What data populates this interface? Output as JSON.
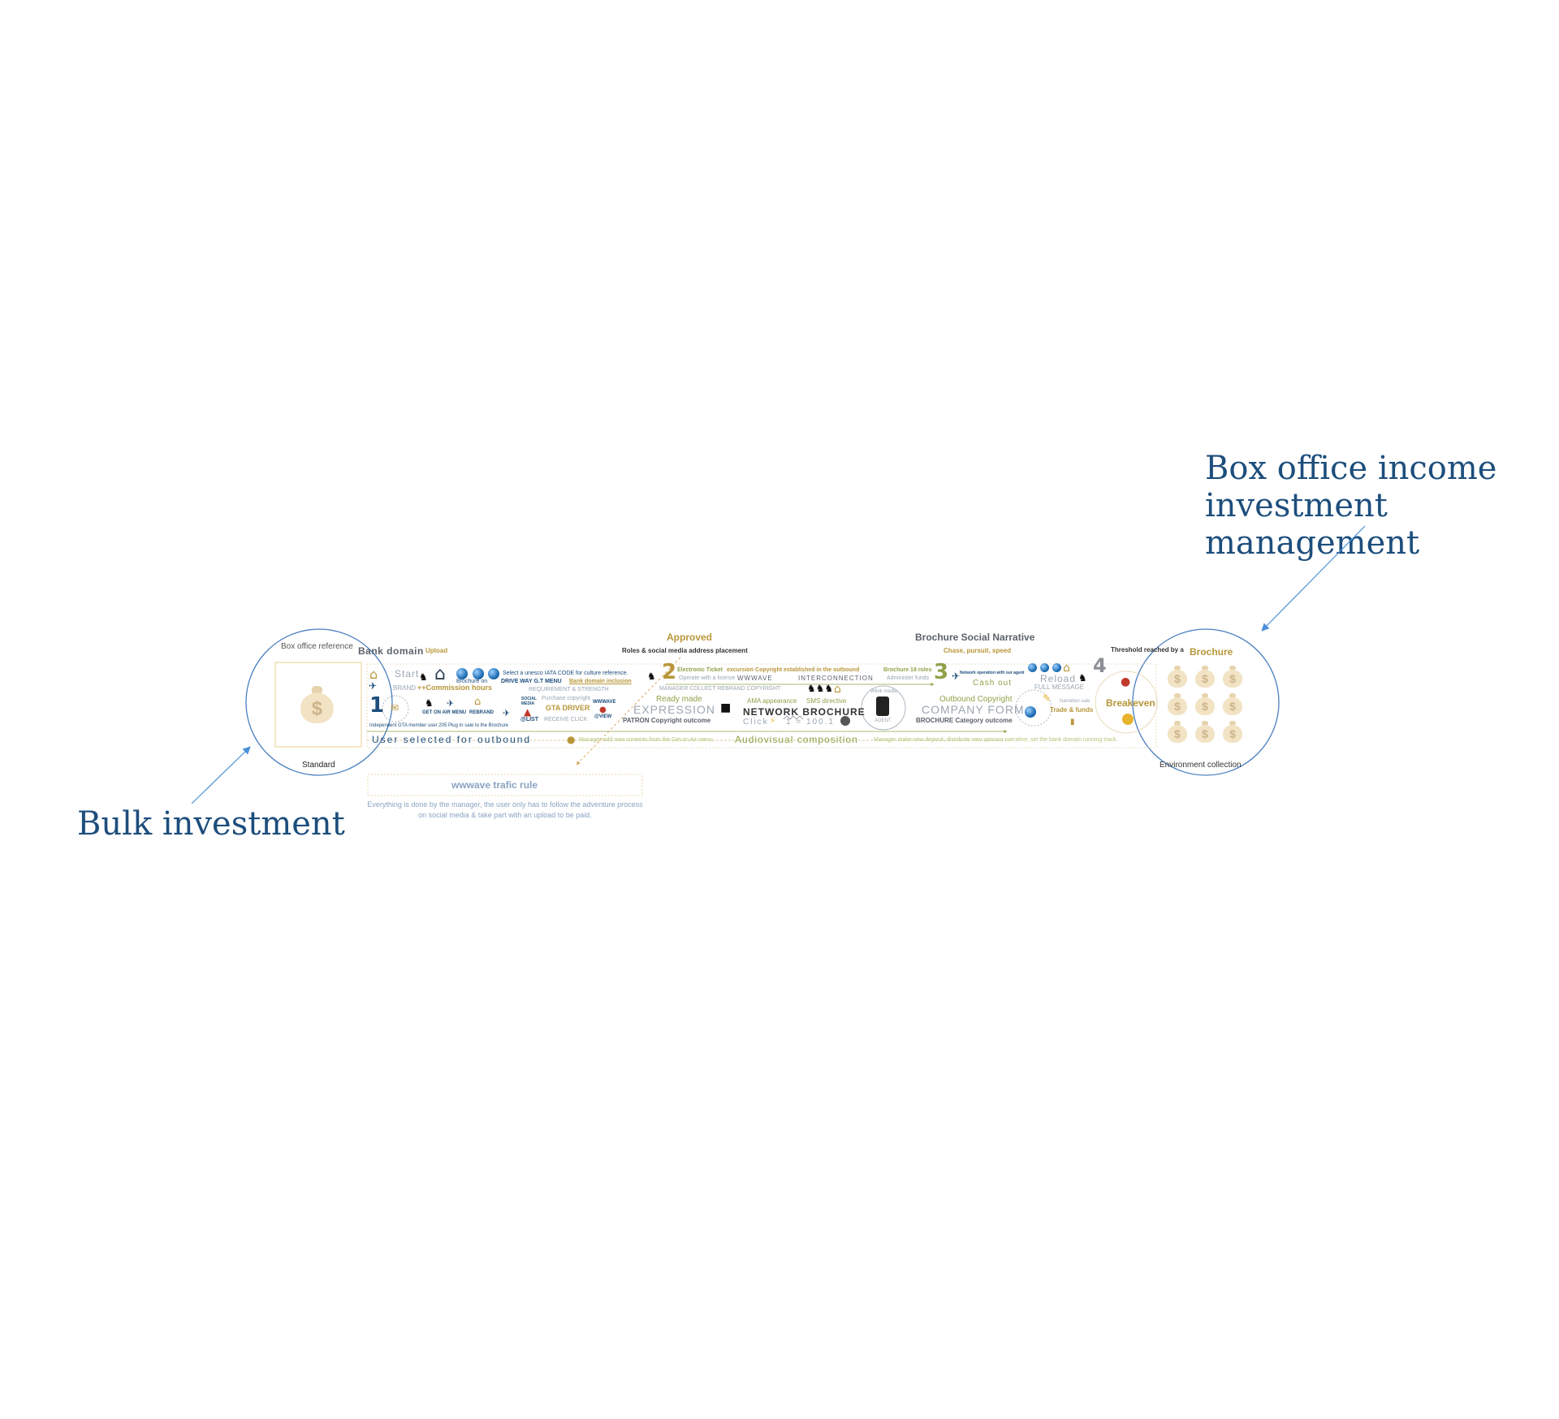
{
  "callouts": {
    "left": "Bulk investment",
    "right": "Box office income investment management"
  },
  "left_circle": {
    "top_label": "Box office reference",
    "bottom_label": "Standard",
    "bag_icon": "money-bag-icon"
  },
  "right_circle": {
    "threshold_label": "Threshold reached by a",
    "brochure": "Brochure",
    "breakeven": "Breakeven",
    "bottom_label": "Environment collection"
  },
  "headers": {
    "bank_domain": "Bank domain",
    "upload": "Upload",
    "approved": "Approved",
    "roles": "Roles & social media address placement",
    "social_narrative": "Brochure Social Narrative",
    "chase": "Chase, pursuit, speed"
  },
  "flow": {
    "start": "Start",
    "brochure_on": "Brochure on",
    "drive_way": "DRIVE WAY G.T MENU",
    "bank_inclusion": "Bank domain inclusion",
    "select_unesco": "Select a unesco IATA CODE for culture reference.",
    "brand": "BRAND",
    "commission": "++Commission hours",
    "requirement": "REQUIREMENT & STRENGTH",
    "get_on_air": "GET ON AIR MENU",
    "rebrand": "REBRAND",
    "social_media": "SOCIAL MEDIA",
    "purchase_copyright": "Purchase copyright",
    "gta_driver": "GTA DRIVER",
    "receive_click": "RECEIVE CLICK",
    "list_tag": "@LIST",
    "wwwave_tag": "WWWAVE",
    "view_tag": "@VIEW",
    "independent": "Independent GTA member user 205 Plug In sale to the Brochure",
    "user_selected": "User selected for outbound",
    "electronic_ticket": "Electronic Ticket",
    "excursion": "excursion Copyright established in the outbound",
    "brochure_roles": "Brochure 18 roles",
    "operate": "Operate with a license",
    "wwwave": "WWWAVE",
    "interconnection": "INTERCONNECTION",
    "administer": "Administer funds",
    "manager_collect": "MANAGER COLLECT REBRAND COPYRIGHT",
    "ready_made": "Ready made",
    "expression": "EXPRESSION",
    "patron": "PATRON Copyright outcome",
    "ama": "AMA appearance",
    "sms": "SMS directive",
    "network_brochure": "NETWORK BROCHURE",
    "click": "Click",
    "ratio": "1 = 100.1",
    "wifi_media": "Wlink media",
    "agent": "AGENT",
    "manager_add": "Manager add new contents from the Get on Air menu",
    "audiovisual": "Audiovisual composition",
    "network_op": "Network operation with our agent",
    "cash_out": "Cash out",
    "outbound_copyright": "Outbound Copyright",
    "company_form": "COMPANY FORM",
    "brochure_category": "BROCHURE Category outcome",
    "reload": "Reload",
    "full_message": "FULL MESSAGE",
    "narration": "Narration sale",
    "trade": "Trade & funds",
    "manager_deposit": "Manager make new deposit, distribute new sponsor narrative, set the bank domain running track.",
    "n1": "1",
    "n2": "2",
    "n3": "3",
    "n4": "4"
  },
  "rule": {
    "title": "wwwave trafic rule",
    "text": "Everything is done by the manager, the user only has to follow the adventure process on social media & take part with an upload to be paid."
  },
  "colors": {
    "navy": "#1d4e7c",
    "gold": "#b8963a",
    "green": "#8ea24a",
    "arrow_blue": "#4a90d9"
  }
}
